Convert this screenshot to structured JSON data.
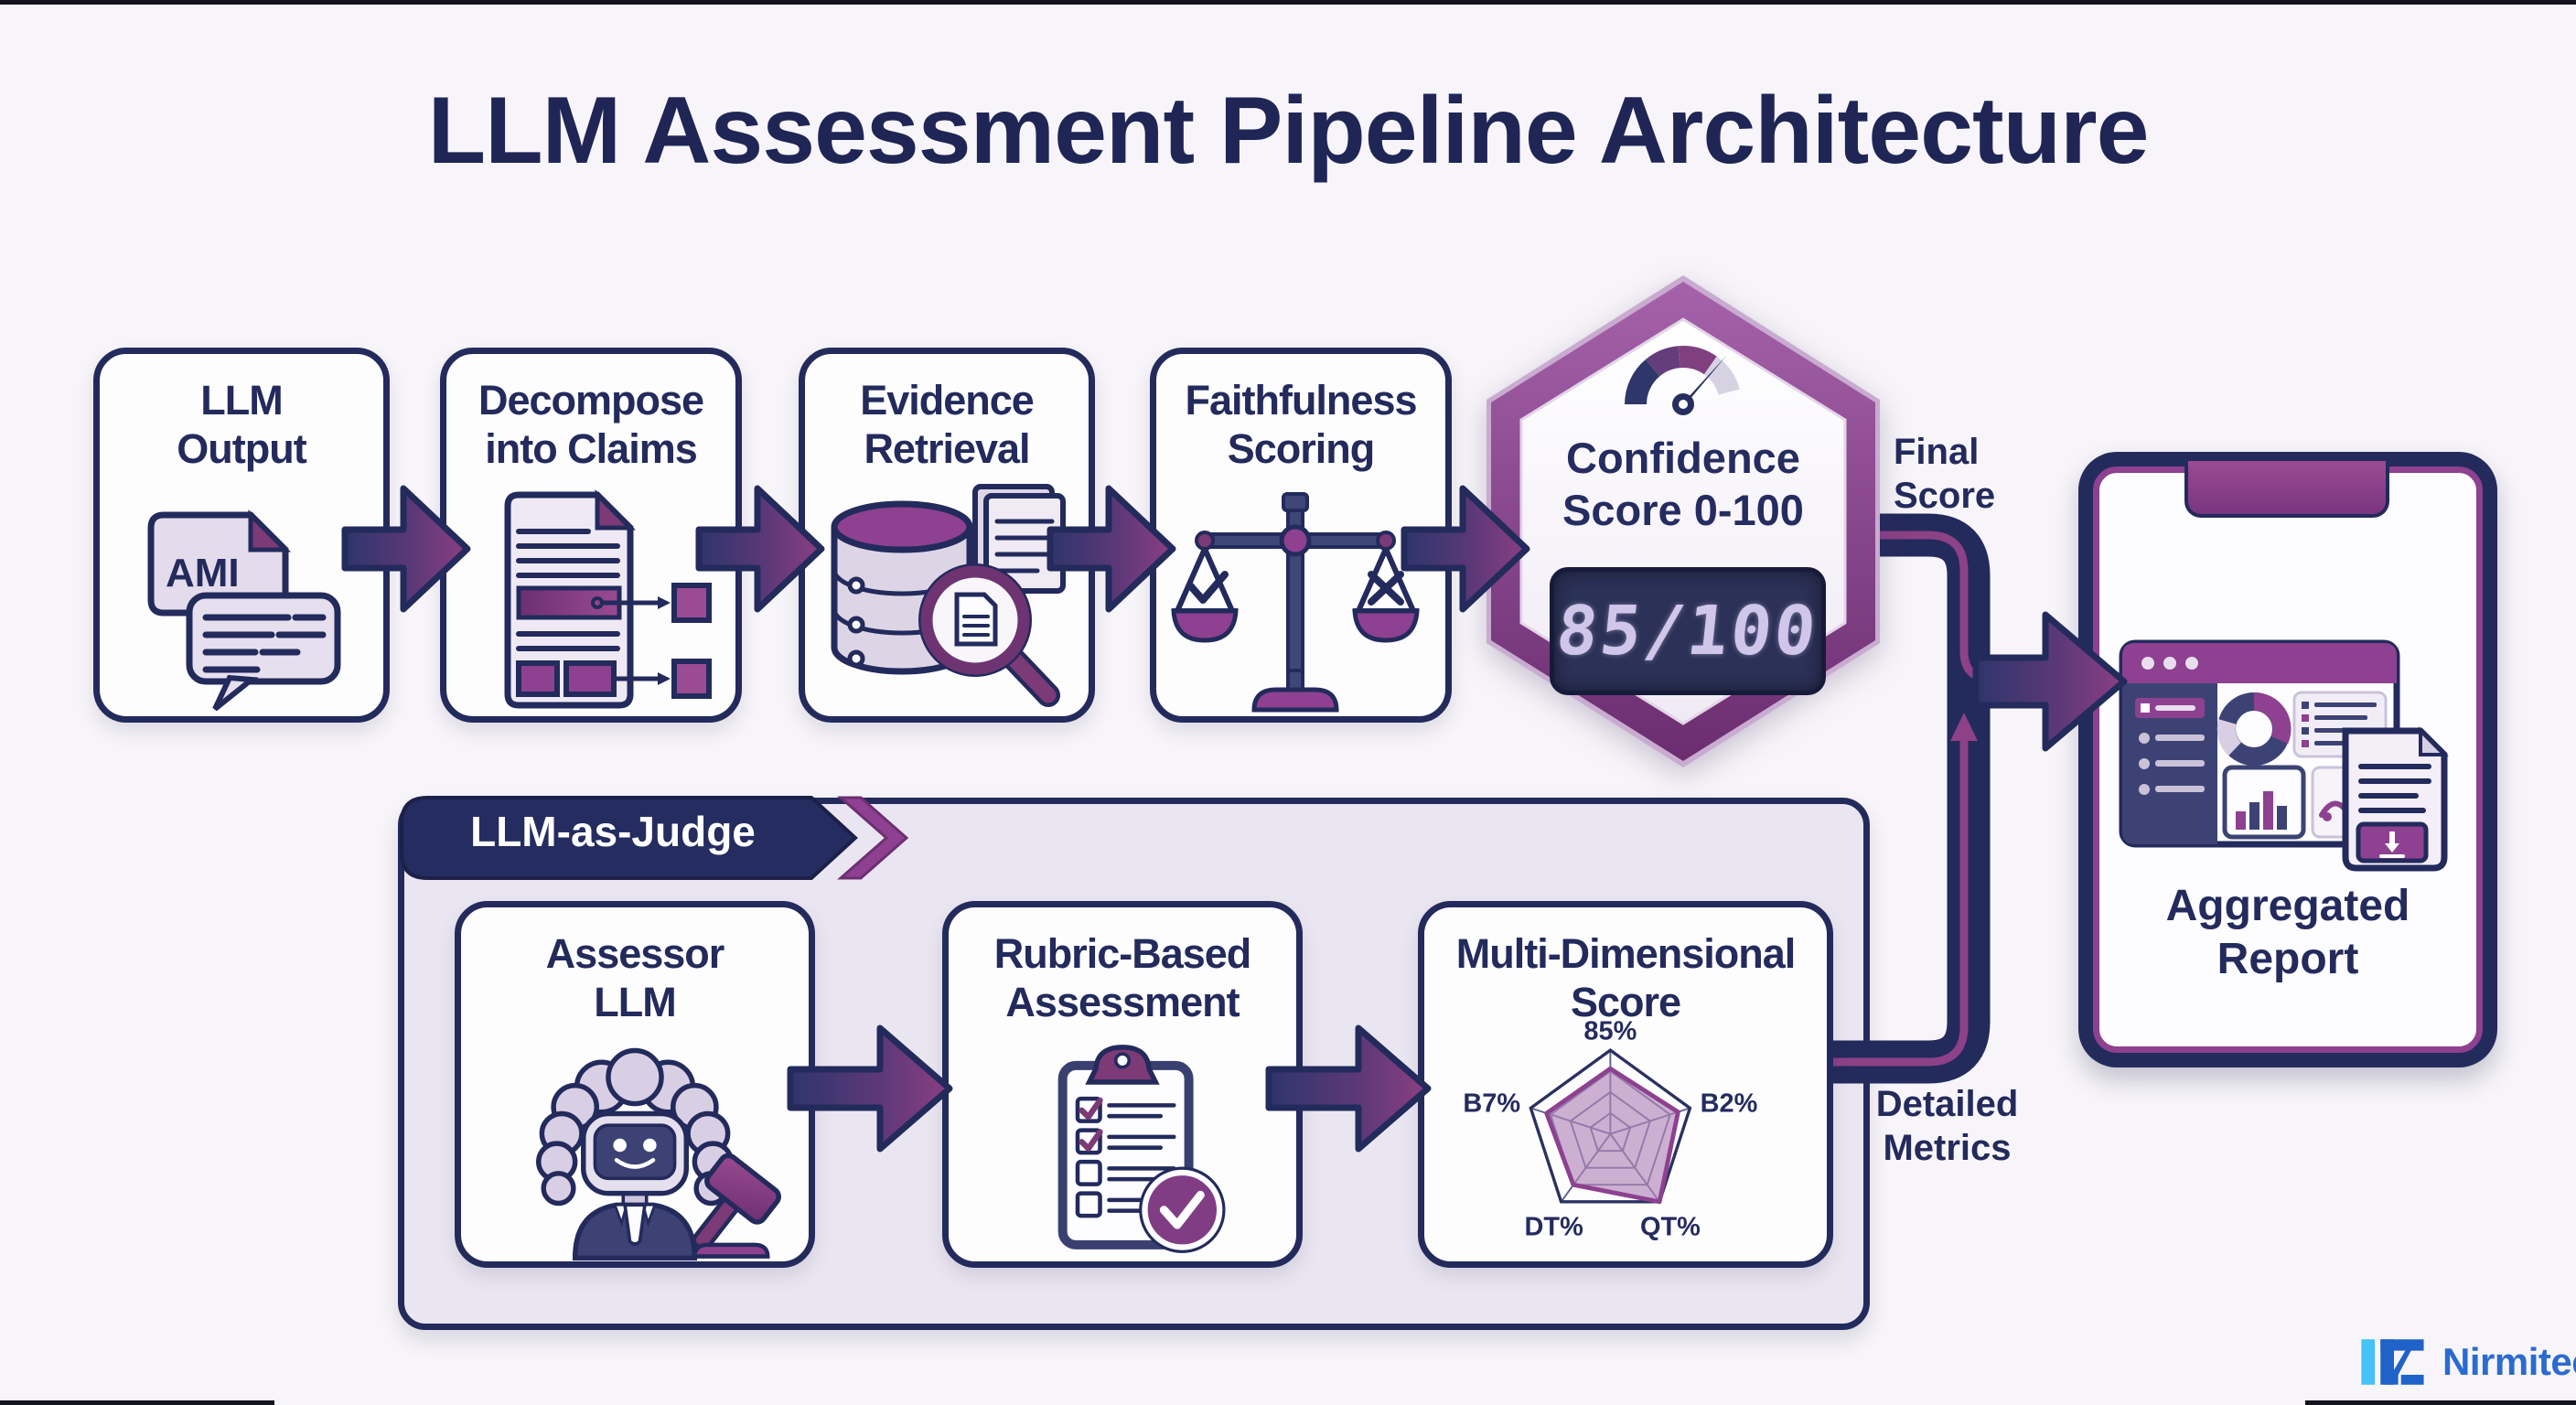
{
  "title": "LLM Assessment Pipeline Architecture",
  "colors": {
    "navy": "#232a5c",
    "purple": "#8d4190",
    "dark_purple": "#6d2f72",
    "lavender": "#e4dcec",
    "container_bg": "#eae6f1",
    "lcd_bg": "#2b3157",
    "lcd_text": "#cfc6ea",
    "logo_blue": "#2b6bd0",
    "logo_light_blue": "#45c2f6"
  },
  "pipeline_top": {
    "boxes": [
      {
        "label": "LLM\nOutput",
        "icon": "chat-document-icon",
        "doc_text": "AMI"
      },
      {
        "label": "Decompose\ninto Claims",
        "icon": "claims-decomposition-icon"
      },
      {
        "label": "Evidence\nRetrieval",
        "icon": "database-search-icon"
      },
      {
        "label": "Faithfulness\nScoring",
        "icon": "balance-scale-icon"
      }
    ]
  },
  "confidence_node": {
    "label": "Confidence\nScore 0-100",
    "display": "85/100",
    "icon": "gauge-icon"
  },
  "labels": {
    "final_score": "Final\nScore",
    "detailed_metrics": "Detailed\nMetrics"
  },
  "judge_section": {
    "banner": "LLM-as-Judge",
    "boxes": [
      {
        "label": "Assessor\nLLM",
        "icon": "robot-judge-icon"
      },
      {
        "label": "Rubric-Based\nAssessment",
        "icon": "clipboard-checklist-icon"
      },
      {
        "label": "Multi-Dimensional\nScore",
        "icon": "radar-chart-icon"
      }
    ]
  },
  "report_node": {
    "label": "Aggregated\nReport",
    "icon": "dashboard-report-icon"
  },
  "chart_data": {
    "type": "radar",
    "title": "Multi-Dimensional Score",
    "categories": [
      "85%",
      "B2%",
      "QT%",
      "DT%",
      "B7%"
    ],
    "values_percent_of_max": [
      78,
      85,
      100,
      75,
      80
    ],
    "rings": 4,
    "fill_color": "#b285b8",
    "line_color": "#8d4190"
  },
  "branding": {
    "logo_text": "Nirmitee.io"
  }
}
